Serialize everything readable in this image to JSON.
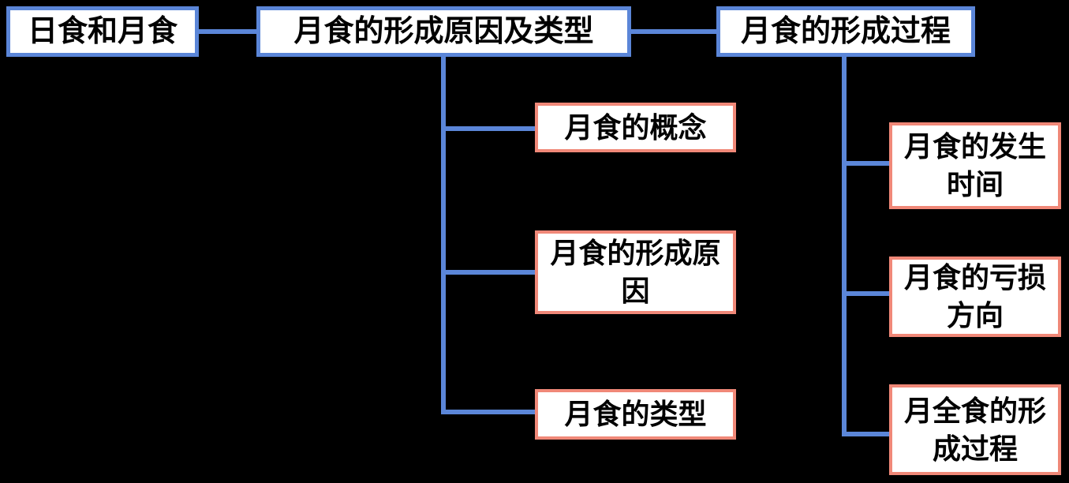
{
  "colors": {
    "background": "#000000",
    "level1_border": "#5B86D8",
    "level2_border": "#F08878",
    "connector": "#5B86D8",
    "box_background": "#FFFFFF",
    "text": "#000000"
  },
  "nodes": {
    "root": {
      "label": "日食和月食"
    },
    "causes_types": {
      "label": "月食的形成原因及类型"
    },
    "process": {
      "label": "月食的形成过程"
    },
    "concept": {
      "label": "月食的概念"
    },
    "formation_cause": {
      "label": "月食的形成原\n因"
    },
    "types": {
      "label": "月食的类型"
    },
    "occurrence_time": {
      "label": "月食的发生\n时间"
    },
    "waning_direction": {
      "label": "月食的亏损\n方向"
    },
    "total_process": {
      "label": "月全食的形\n成过程"
    }
  }
}
